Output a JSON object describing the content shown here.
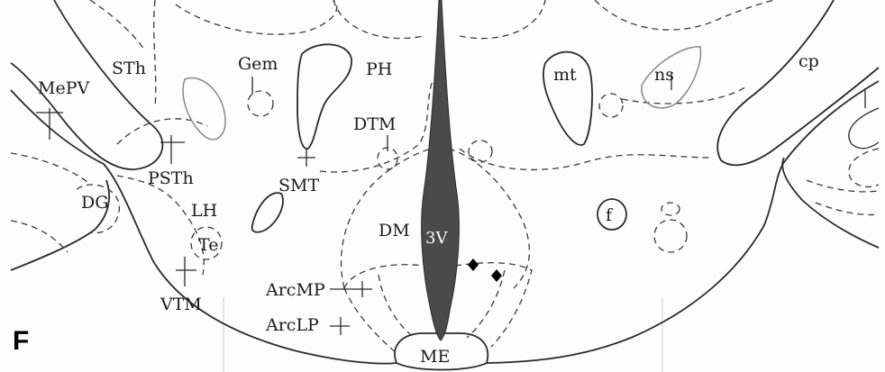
{
  "panel_label": "F",
  "structure_labels": {
    "mepv": "MePV",
    "sth": "STh",
    "gem": "Gem",
    "ph": "PH",
    "mt": "mt",
    "ns": "ns",
    "cp": "cp",
    "dtm": "DTM",
    "psth": "PSTh",
    "smt": "SMT",
    "dg": "DG",
    "lh": "LH",
    "te": "Te",
    "dm": "DM",
    "third_ventricle": "3V",
    "f": "f",
    "vtm": "VTM",
    "arcmp": "ArcMP",
    "arclp": "ArcLP",
    "me": "ME"
  },
  "colors": {
    "ink": "#2a2a2a",
    "ventricle_fill": "#4a4a4a",
    "marker_fill": "#000000",
    "background": "#fdfdfd"
  }
}
